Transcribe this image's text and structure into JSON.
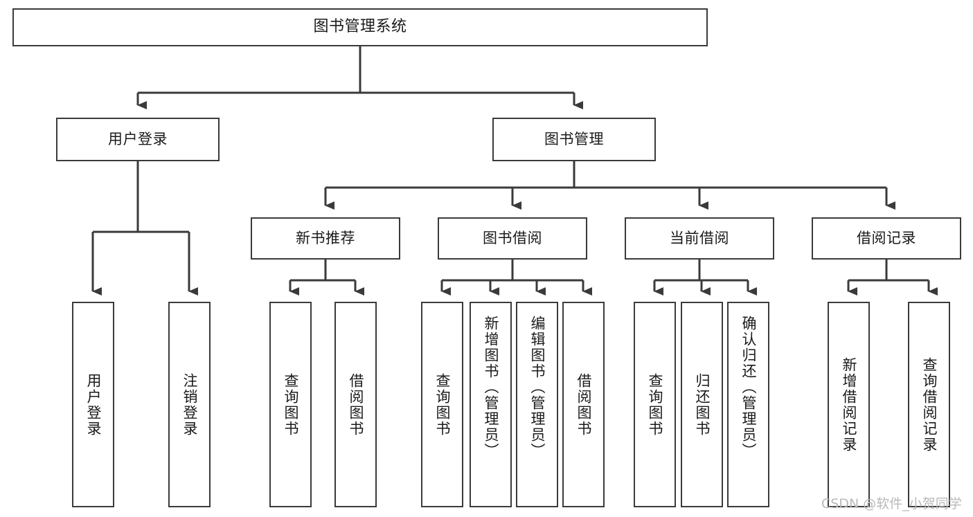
{
  "diagram": {
    "type": "tree",
    "title": "图书管理系统",
    "watermark": "CSDN @软件_小贺同学",
    "colors": {
      "box_border": "#3a3a3a",
      "box_fill": "#ffffff",
      "edge": "#3a3a3a",
      "text": "#1a1a1a",
      "watermark": "#b9b9b9",
      "background": "#ffffff"
    },
    "nodes": {
      "root": {
        "label": "图书管理系统"
      },
      "level2": [
        {
          "label": "用户登录"
        },
        {
          "label": "图书管理"
        }
      ],
      "level3": [
        {
          "label": "新书推荐"
        },
        {
          "label": "图书借阅"
        },
        {
          "label": "当前借阅"
        },
        {
          "label": "借阅记录"
        }
      ],
      "leaves": {
        "user_login": [
          {
            "label": "用户登录"
          },
          {
            "label": "注销登录"
          }
        ],
        "new_book": [
          {
            "label": "查询图书"
          },
          {
            "label": "借阅图书"
          }
        ],
        "book_borrow": [
          {
            "label": "查询图书"
          },
          {
            "label": "新增图书（管理员）"
          },
          {
            "label": "编辑图书（管理员）"
          },
          {
            "label": "借阅图书"
          }
        ],
        "current_borrow": [
          {
            "label": "查询图书"
          },
          {
            "label": "归还图书"
          },
          {
            "label": "确认归还（管理员）"
          }
        ],
        "borrow_record": [
          {
            "label": "新增借阅记录"
          },
          {
            "label": "查询借阅记录"
          }
        ]
      }
    }
  }
}
